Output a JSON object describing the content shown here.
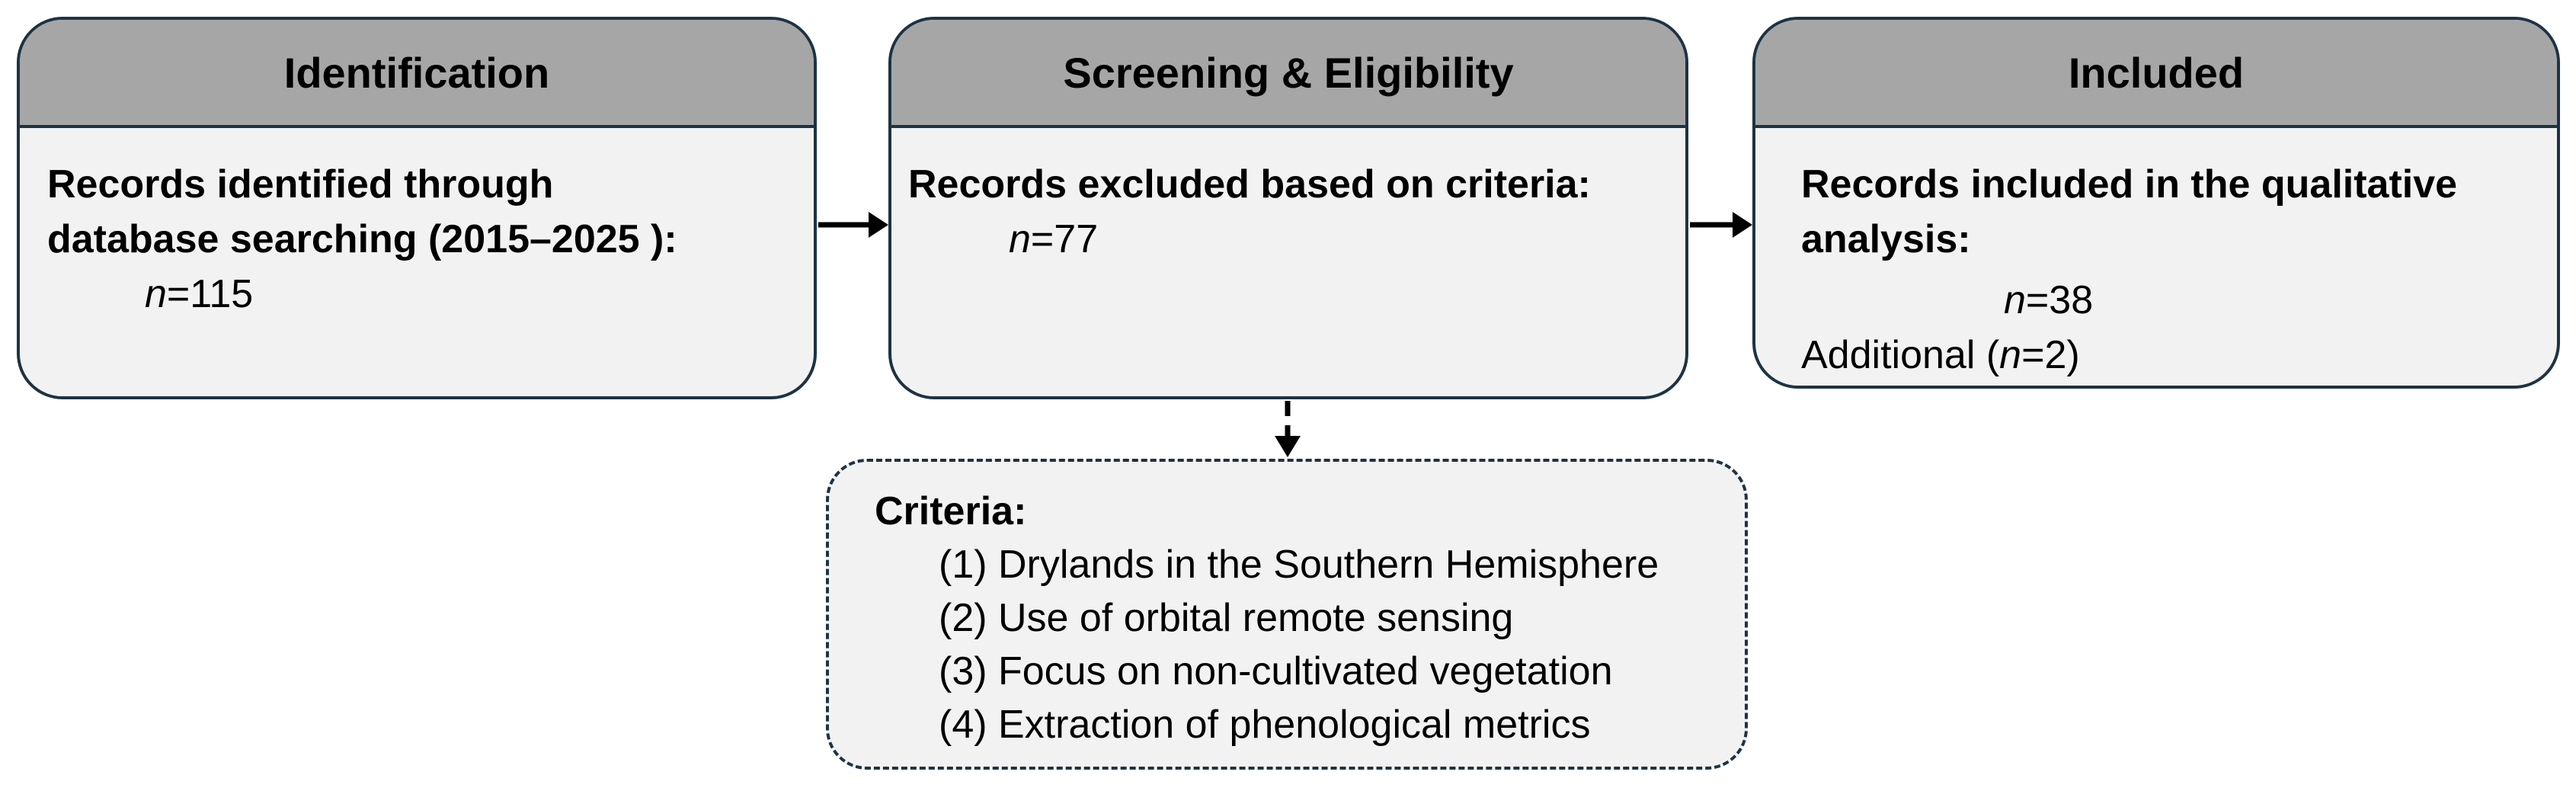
{
  "identification": {
    "header": "Identification",
    "text_lines": [
      "Records identified through",
      "database searching (2015–2025 ):"
    ],
    "n_label": "n",
    "n_value": "=115"
  },
  "screening": {
    "header": "Screening & Eligibility",
    "text_lines": [
      "Records excluded based on criteria:"
    ],
    "n_label": "n",
    "n_value": "=77"
  },
  "included": {
    "header": "Included",
    "text_lines": [
      "Records included  in the qualitative",
      "analysis:"
    ],
    "n_label": "n",
    "n_value": "=38",
    "additional_prefix": "Additional (",
    "additional_n_label": "n",
    "additional_value": "=2)"
  },
  "criteria": {
    "title": "Criteria:",
    "items": [
      "(1) Drylands in the Southern Hemisphere",
      "(2) Use of orbital remote sensing",
      "(3) Focus on non-cultivated vegetation",
      "(4) Extraction of phenological metrics"
    ]
  },
  "colors": {
    "header_fill": "#a6a6a6",
    "box_fill": "#f2f2f2",
    "border": "#1d3344"
  }
}
